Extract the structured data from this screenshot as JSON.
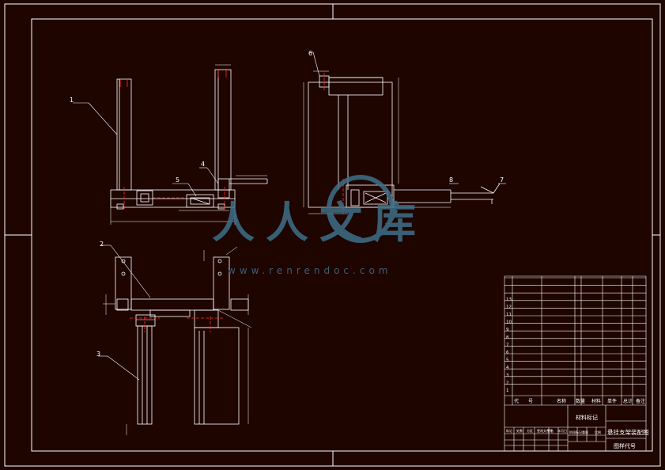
{
  "colors": {
    "background": "#1e0500",
    "line": "#ffffff",
    "centerline": "#ff2a2a",
    "watermark": "#3e6f8a"
  },
  "balloons": {
    "b1": "1",
    "b2": "2",
    "b3": "3",
    "b4": "4",
    "b5": "5",
    "b6": "6",
    "b7": "7",
    "b8": "8"
  },
  "title_block": {
    "drawing_title": "悬挂支架装配图",
    "material_mark": "材料标记",
    "drawing_code": "图样代号",
    "header_cols": [
      "代",
      "号",
      "名称",
      "数量",
      "材料",
      "单件",
      "总计",
      "备注"
    ],
    "part_numbers": [
      "1",
      "2",
      "3",
      "4",
      "5",
      "6",
      "7",
      "8",
      "9",
      "10",
      "11",
      "12",
      "13"
    ],
    "signature_labels": [
      "标记",
      "处数",
      "分区",
      "更改文件号",
      "签名",
      "年月日"
    ],
    "stage_labels": [
      "阶段标记",
      "重量",
      "比例"
    ]
  },
  "watermark": {
    "chars": "人人文库",
    "url": "www.renrendoc.com"
  }
}
